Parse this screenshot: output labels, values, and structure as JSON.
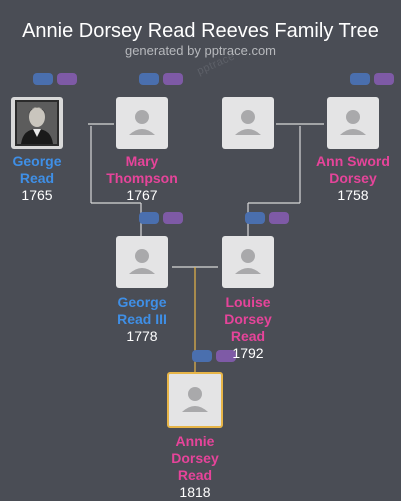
{
  "header": {
    "title": "Annie Dorsey Read Reeves Family Tree",
    "subtitle": "generated by pptrace.com",
    "watermark": "pptrace"
  },
  "colors": {
    "background": "#4a4d55",
    "male": "#3f8fe6",
    "female": "#e6449a",
    "selected_border": "#e7b548",
    "connector": "#d8d8d8",
    "highlight_connector": "#e7b548"
  },
  "people": {
    "george_read": {
      "name_line1": "George",
      "name_line2": "Read",
      "year": "1765",
      "gender": "male",
      "photo": "portrait"
    },
    "mary_thompson": {
      "name_line1": "Mary",
      "name_line2": "Thompson",
      "year": "1767",
      "gender": "female",
      "photo": "placeholder"
    },
    "unknown_parent": {
      "photo": "placeholder"
    },
    "ann_sword_dorsey": {
      "name_line1": "Ann Sword",
      "name_line2": "Dorsey",
      "year": "1758",
      "gender": "female",
      "photo": "placeholder"
    },
    "george_read_iii": {
      "name_line1": "George",
      "name_line2": "Read III",
      "year": "1778",
      "gender": "male",
      "photo": "placeholder"
    },
    "louise_dorsey_read": {
      "name_line1": "Louise",
      "name_line2": "Dorsey",
      "name_line3": "Read",
      "year": "1792",
      "gender": "female",
      "photo": "placeholder"
    },
    "annie_dorsey_read": {
      "name_line1": "Annie",
      "name_line2": "Dorsey",
      "name_line3": "Read",
      "year": "1818",
      "gender": "female",
      "photo": "placeholder",
      "selected": true
    }
  },
  "icons": {
    "expand_male_parent": "male-parent-expand-icon",
    "expand_female_parent": "female-parent-expand-icon",
    "portrait": "portrait-photo-icon",
    "placeholder": "person-silhouette-icon"
  }
}
